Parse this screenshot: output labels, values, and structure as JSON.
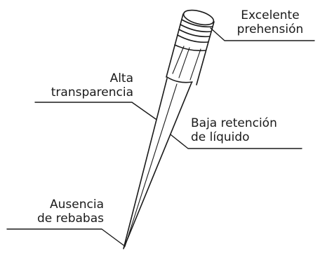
{
  "labels": {
    "grip": "Excelente\nprehensión",
    "transparency": "Alta\ntransparencia",
    "retention": "Baja retención\nde líquido",
    "burr": "Ausencia\nde rebabas"
  }
}
